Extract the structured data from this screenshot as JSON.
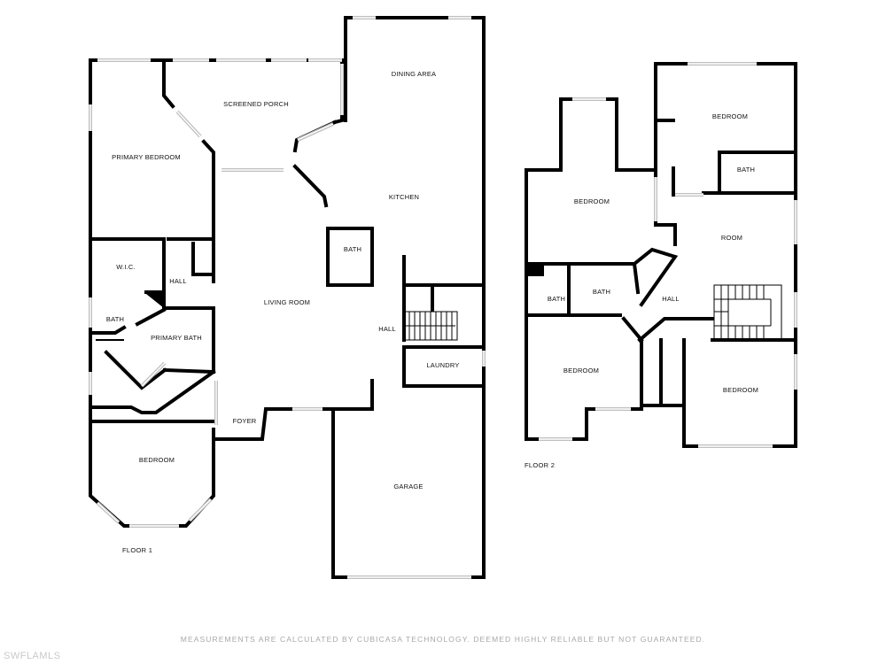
{
  "floors": [
    {
      "label": "FLOOR 1",
      "rooms": [
        {
          "id": "primary-bedroom",
          "label": "PRIMARY BEDROOM"
        },
        {
          "id": "screened-porch",
          "label": "SCREENED PORCH"
        },
        {
          "id": "dining-area",
          "label": "DINING AREA"
        },
        {
          "id": "kitchen",
          "label": "KITCHEN"
        },
        {
          "id": "bath-1",
          "label": "BATH"
        },
        {
          "id": "wic",
          "label": "W.I.C."
        },
        {
          "id": "hall-1",
          "label": "HALL"
        },
        {
          "id": "living-room",
          "label": "LIVING ROOM"
        },
        {
          "id": "bath-2",
          "label": "BATH"
        },
        {
          "id": "primary-bath",
          "label": "PRIMARY BATH"
        },
        {
          "id": "hall-2",
          "label": "HALL"
        },
        {
          "id": "laundry",
          "label": "LAUNDRY"
        },
        {
          "id": "foyer",
          "label": "FOYER"
        },
        {
          "id": "bedroom-1",
          "label": "BEDROOM"
        },
        {
          "id": "garage",
          "label": "GARAGE"
        }
      ]
    },
    {
      "label": "FLOOR 2",
      "rooms": [
        {
          "id": "bedroom-2",
          "label": "BEDROOM"
        },
        {
          "id": "bath-3",
          "label": "BATH"
        },
        {
          "id": "bedroom-3",
          "label": "BEDROOM"
        },
        {
          "id": "room",
          "label": "ROOM"
        },
        {
          "id": "bath-4",
          "label": "BATH"
        },
        {
          "id": "bath-5",
          "label": "BATH"
        },
        {
          "id": "hall-3",
          "label": "HALL"
        },
        {
          "id": "bedroom-4",
          "label": "BEDROOM"
        },
        {
          "id": "bedroom-5",
          "label": "BEDROOM"
        }
      ]
    }
  ],
  "disclaimer": "MEASUREMENTS ARE CALCULATED BY CUBICASA TECHNOLOGY. DEEMED HIGHLY RELIABLE BUT NOT GUARANTEED.",
  "watermark": "SWFLAMLS",
  "colors": {
    "wall": "#000000",
    "window": "#bfbfbf",
    "background": "#ffffff",
    "disclaimer": "#a8a8a8",
    "watermark": "#c9c9c9"
  }
}
